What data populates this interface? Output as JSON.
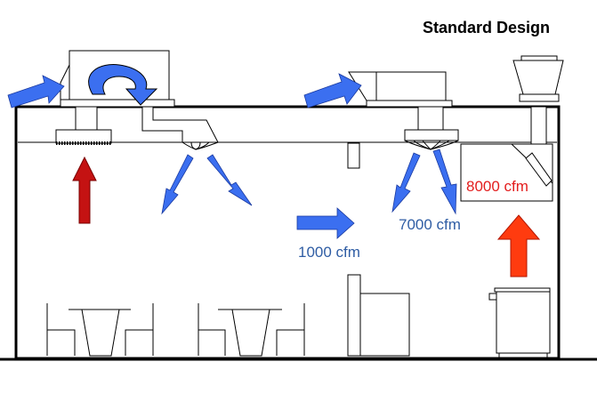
{
  "title": "Standard Design",
  "labels": {
    "transfer_cfm": "1000 cfm",
    "supply_cfm": "7000 cfm",
    "exhaust_cfm": "8000 cfm"
  },
  "colors": {
    "outdoor_air_arrow": "#3b6ff0",
    "supply_arrow": "#3b6ff0",
    "heat_arrow_dining": "#c41212",
    "heat_arrow_kitchen": "#ff3b0f",
    "label_blue": "#2f5da4",
    "label_red": "#e31d1d"
  }
}
